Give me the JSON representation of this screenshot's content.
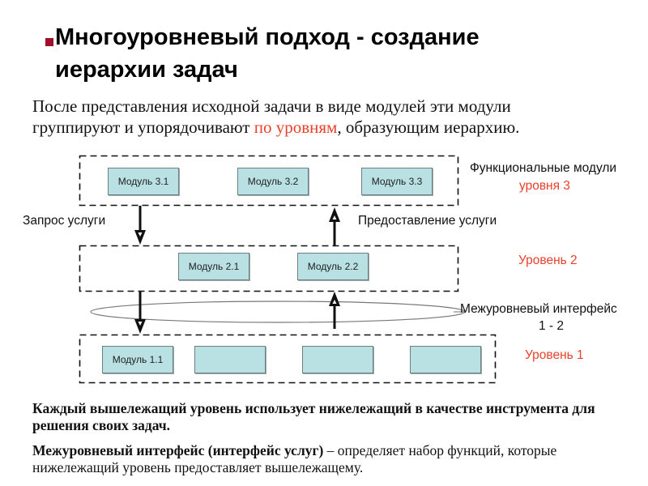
{
  "slide": {
    "title": "Многоуровневый подход - создание иерархии задач",
    "title_line1": "Многоуровневый подход - создание",
    "title_line2": "иерархии задач",
    "bullet_color": "#a0102a",
    "intro": {
      "part1": "После представления исходной задачи в виде модулей эти модули группируют и упорядочивают ",
      "highlight": "по уровням",
      "part2": ", образующим иерархию."
    },
    "accent_color": "#e8412c"
  },
  "diagram": {
    "levels": [
      {
        "id": "level-3",
        "modules": [
          "Модуль 3.1",
          "Модуль 3.2",
          "Модуль 3.3"
        ],
        "label_line1": "Функциональные модули",
        "label_line2": "уровня 3"
      },
      {
        "id": "level-2",
        "modules": [
          "Модуль 2.1",
          "Модуль 2.2"
        ],
        "label": "Уровень 2"
      },
      {
        "id": "level-1",
        "modules": [
          "Модуль 1.1",
          "",
          "",
          ""
        ],
        "label": "Уровень 1"
      }
    ],
    "request_label": "Запрос услуги",
    "provide_label": "Предоставление услуги",
    "interface_label_line1": "Межуровневый интерфейс",
    "interface_label_line2": "1 - 2",
    "module_fill": "#b9e0e3"
  },
  "notes": {
    "note1": "Каждый вышележащий уровень использует нижележащий в качестве инструмента для решения своих задач.",
    "note2_bold": "Межуровневый интерфейс (интерфейс услуг)",
    "note2_rest": " – определяет набор функций, которые нижележащий уровень предоставляет вышележащему."
  }
}
